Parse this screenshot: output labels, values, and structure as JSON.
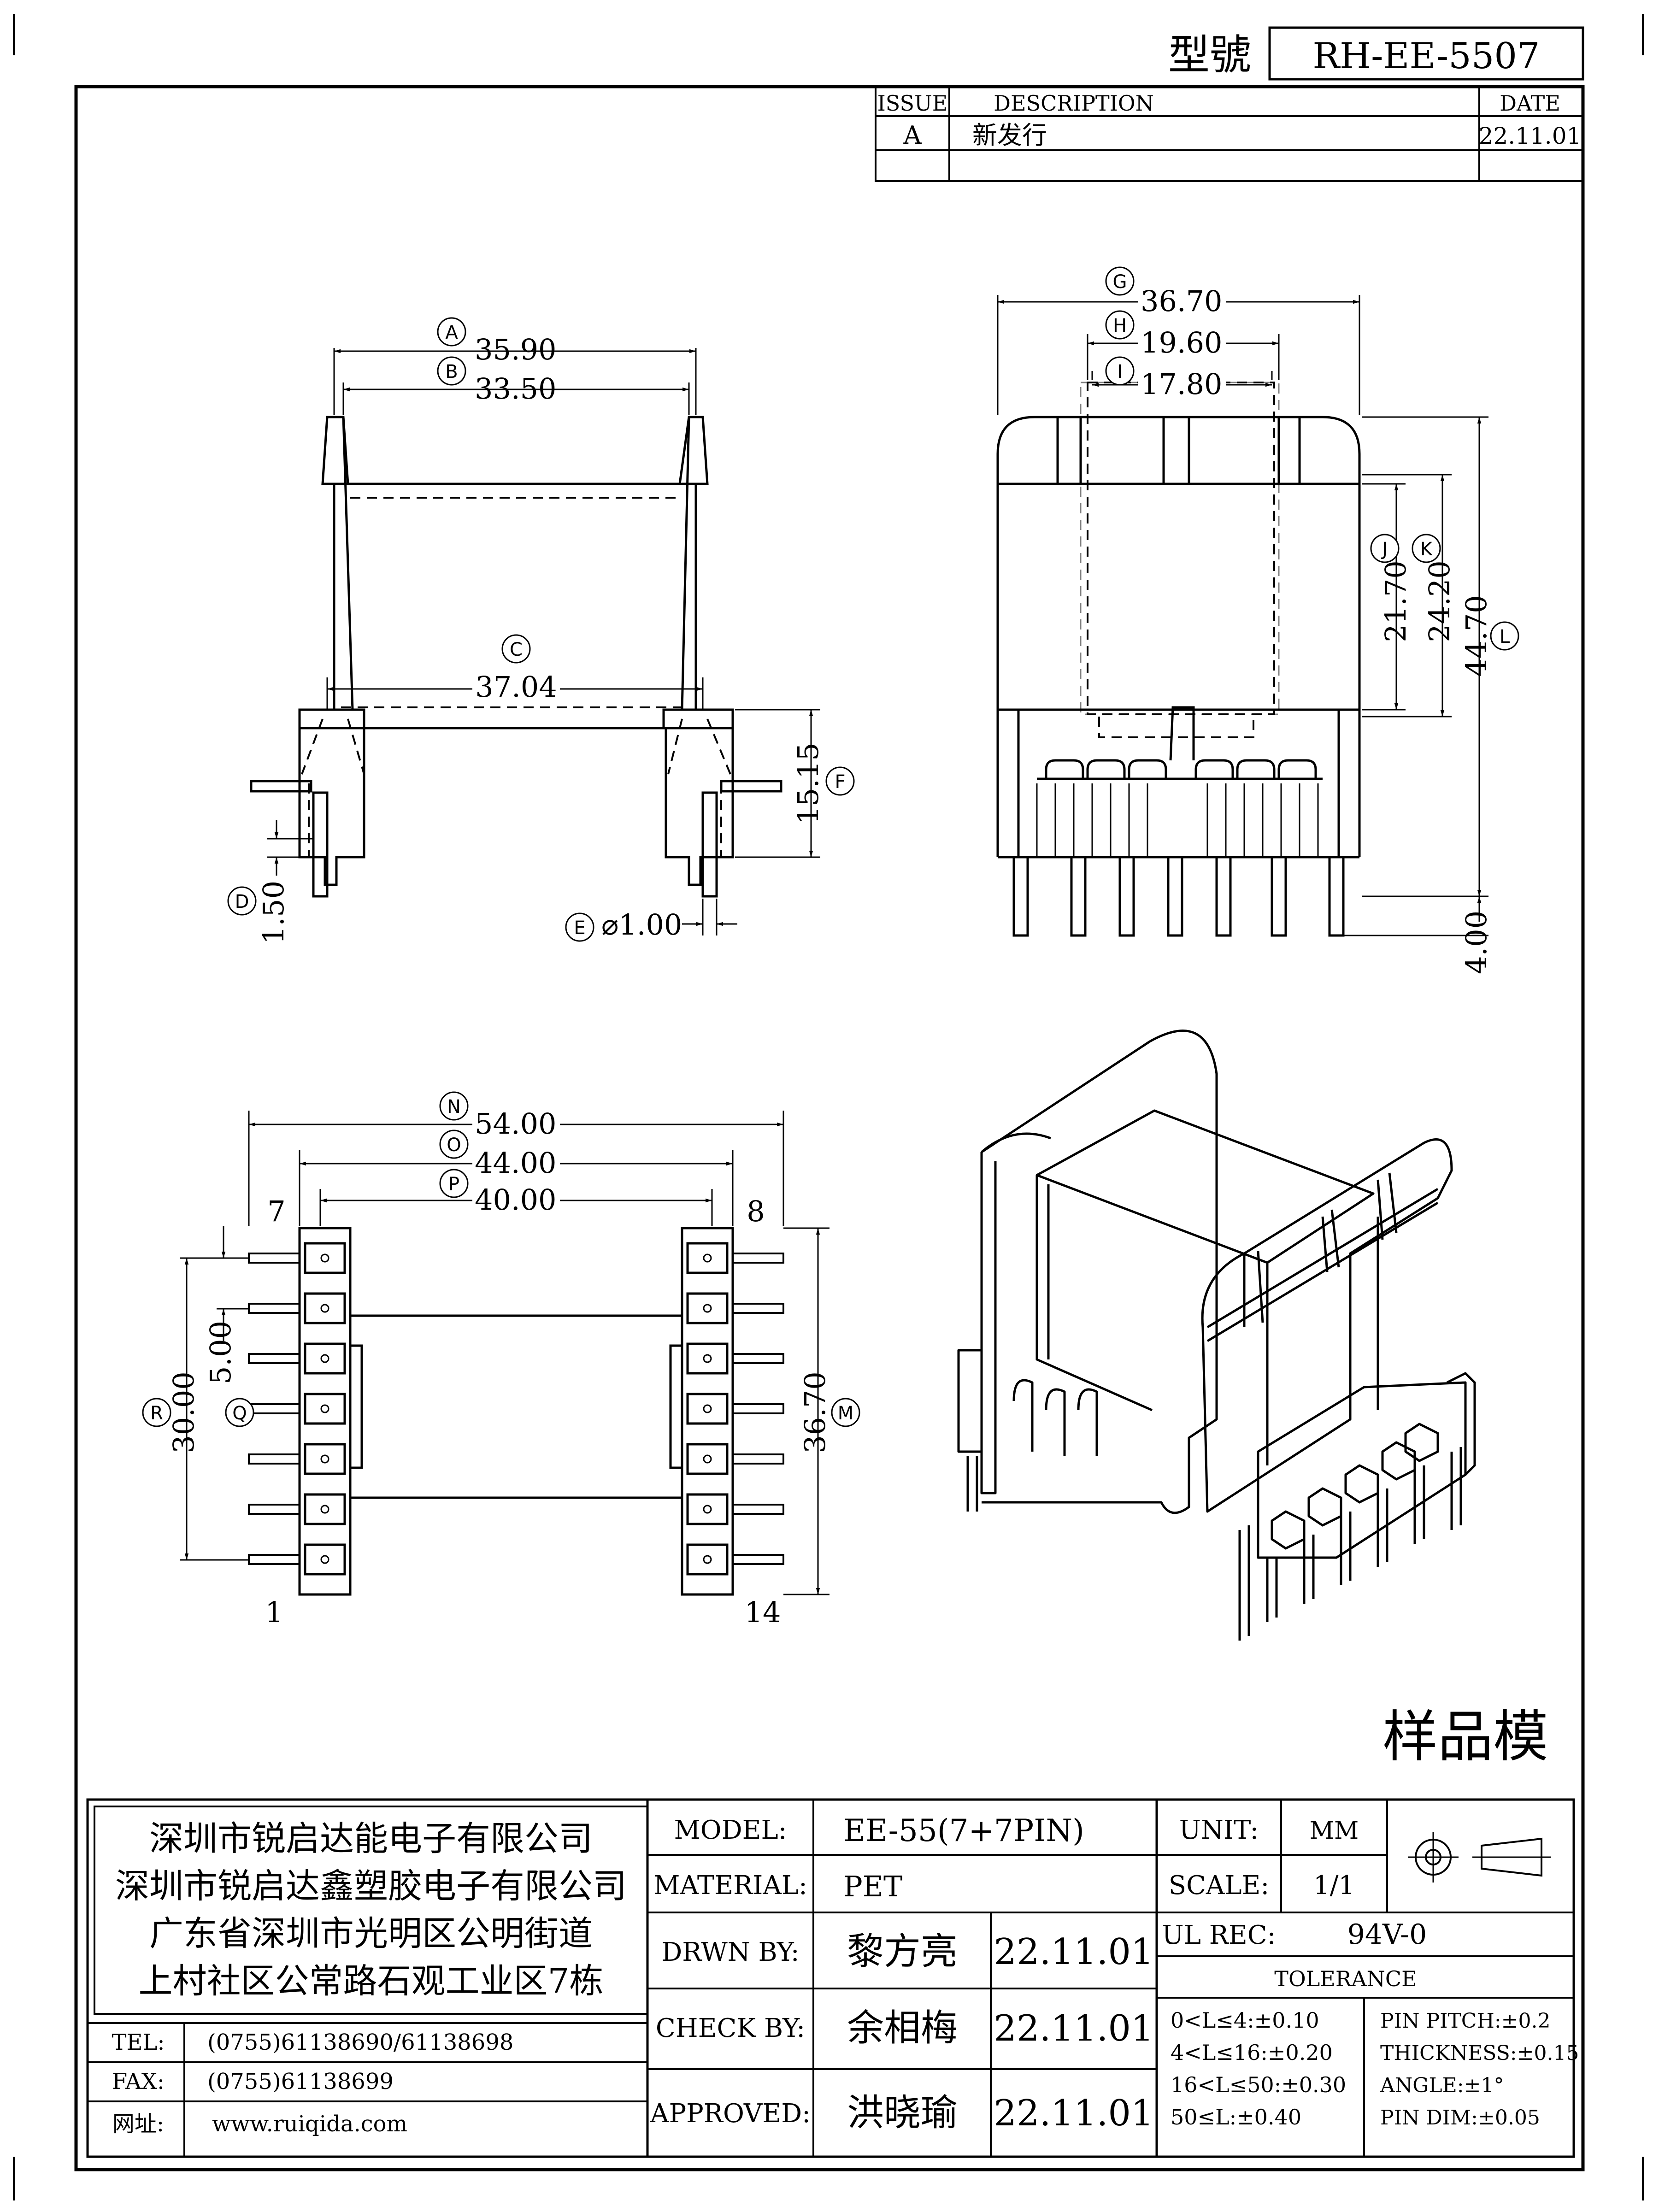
{
  "header": {
    "model_label": "型號",
    "model_number": "RH-EE-5507",
    "revision_table": {
      "headers": [
        "ISSUE",
        "DESCRIPTION",
        "DATE"
      ],
      "rows": [
        [
          "A",
          "新发行",
          "22.11.01"
        ]
      ]
    }
  },
  "dimensions": {
    "A": {
      "letter": "A",
      "value": "35.90"
    },
    "B": {
      "letter": "B",
      "value": "33.50"
    },
    "C": {
      "letter": "C",
      "value": "37.04"
    },
    "D": {
      "letter": "D",
      "value": "1.50"
    },
    "E": {
      "letter": "E",
      "value": "⌀1.00"
    },
    "F": {
      "letter": "F",
      "value": "15.15"
    },
    "G": {
      "letter": "G",
      "value": "36.70"
    },
    "H": {
      "letter": "H",
      "value": "19.60"
    },
    "I": {
      "letter": "I",
      "value": "17.80"
    },
    "J": {
      "letter": "J",
      "value": "21.70"
    },
    "K": {
      "letter": "K",
      "value": "24.20"
    },
    "L": {
      "letter": "L",
      "value": "44.70"
    },
    "pin_len": {
      "value": "4.00"
    },
    "N": {
      "letter": "N",
      "value": "54.00"
    },
    "O": {
      "letter": "O",
      "value": "44.00"
    },
    "P": {
      "letter": "P",
      "value": "40.00"
    },
    "Q": {
      "letter": "Q",
      "value": "5.00"
    },
    "R": {
      "letter": "R",
      "value": "30.00"
    },
    "M": {
      "letter": "M",
      "value": "36.70"
    }
  },
  "pin_numbers": {
    "top_left": "7",
    "top_right": "8",
    "bottom_left": "1",
    "bottom_right": "14"
  },
  "sample_label": "样品模",
  "title_block": {
    "company_lines": [
      "深圳市锐启达能电子有限公司",
      "深圳市锐启达鑫塑胶电子有限公司",
      "广东省深圳市光明区公明街道",
      "上村社区公常路石观工业区7栋"
    ],
    "contacts": [
      {
        "label": "TEL:",
        "value": "(0755)61138690/61138698"
      },
      {
        "label": "FAX:",
        "value": "(0755)61138699"
      },
      {
        "label": "网址:",
        "value": "www.ruiqida.com"
      }
    ],
    "model_label": "MODEL:",
    "model_value": "EE-55(7+7PIN)",
    "material_label": "MATERIAL:",
    "material_value": "PET",
    "drawn_label": "DRWN BY:",
    "drawn_name": "黎方亮",
    "drawn_date": "22.11.01",
    "check_label": "CHECK BY:",
    "check_name": "余相梅",
    "check_date": "22.11.01",
    "approved_label": "APPROVED:",
    "approved_name": "洪晓瑜",
    "approved_date": "22.11.01",
    "unit_label": "UNIT:",
    "unit_value": "MM",
    "scale_label": "SCALE:",
    "scale_value": "1/1",
    "ul_label": "UL REC:",
    "ul_value": "94V-0",
    "tolerance_label": "TOLERANCE",
    "tolerance_left": [
      "0<L≤4:±0.10",
      "4<L≤16:±0.20",
      "16<L≤50:±0.30",
      "50≤L:±0.40"
    ],
    "tolerance_right": [
      "PIN PITCH:±0.2",
      "THICKNESS:±0.15",
      "ANGLE:±1°",
      "PIN DIM:±0.05"
    ]
  }
}
